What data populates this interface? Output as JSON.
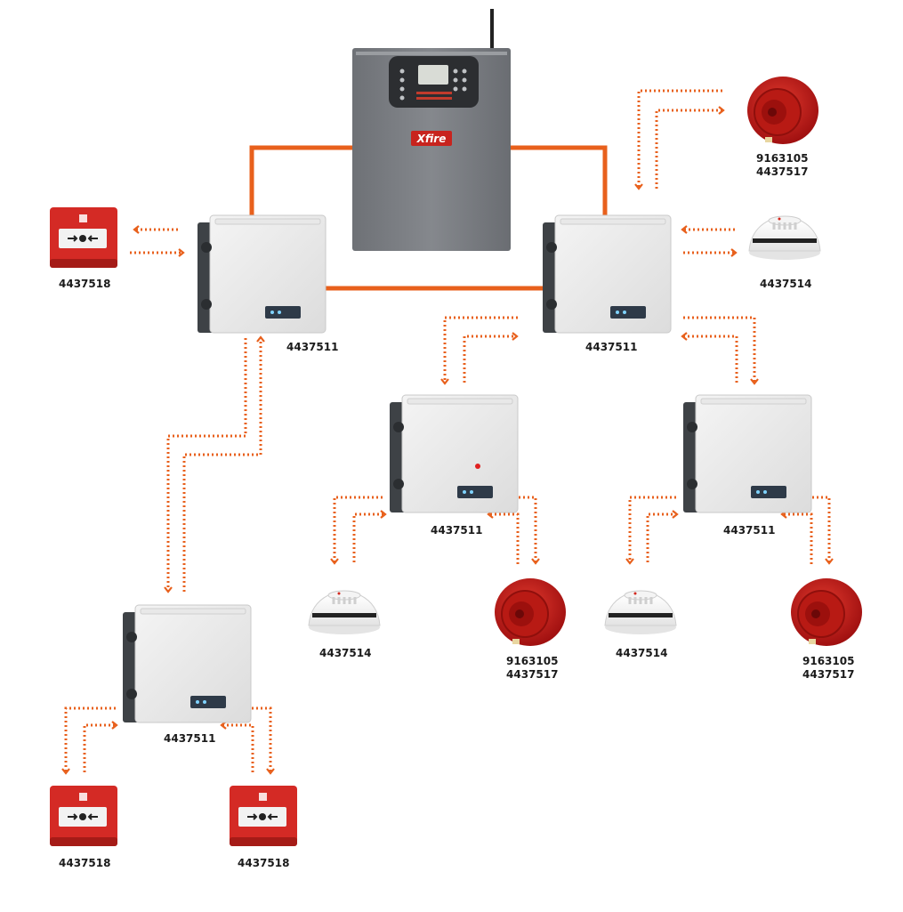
{
  "diagram": {
    "panel": {
      "brand": "Xfire",
      "name": "fire-alarm-control-panel"
    },
    "accent_color": "#e8601c",
    "devices": {
      "hub_left": {
        "label": "4437511"
      },
      "hub_right": {
        "label": "4437511"
      },
      "hub_mid": {
        "label": "4437511"
      },
      "hub_farright": {
        "label": "4437511"
      },
      "hub_bottom": {
        "label": "4437511"
      },
      "callpoint_topleft": {
        "label": "4437518"
      },
      "sounder_topright": {
        "label1": "9163105",
        "label2": "4437517"
      },
      "detector_topright": {
        "label": "4437514"
      },
      "detector_mid": {
        "label": "4437514"
      },
      "sounder_mid": {
        "label1": "9163105",
        "label2": "4437517"
      },
      "detector_right": {
        "label": "4437514"
      },
      "sounder_right": {
        "label1": "9163105",
        "label2": "4437517"
      },
      "callpoint_bottomleft": {
        "label": "4437518"
      },
      "callpoint_bottomright": {
        "label": "4437518"
      }
    }
  }
}
